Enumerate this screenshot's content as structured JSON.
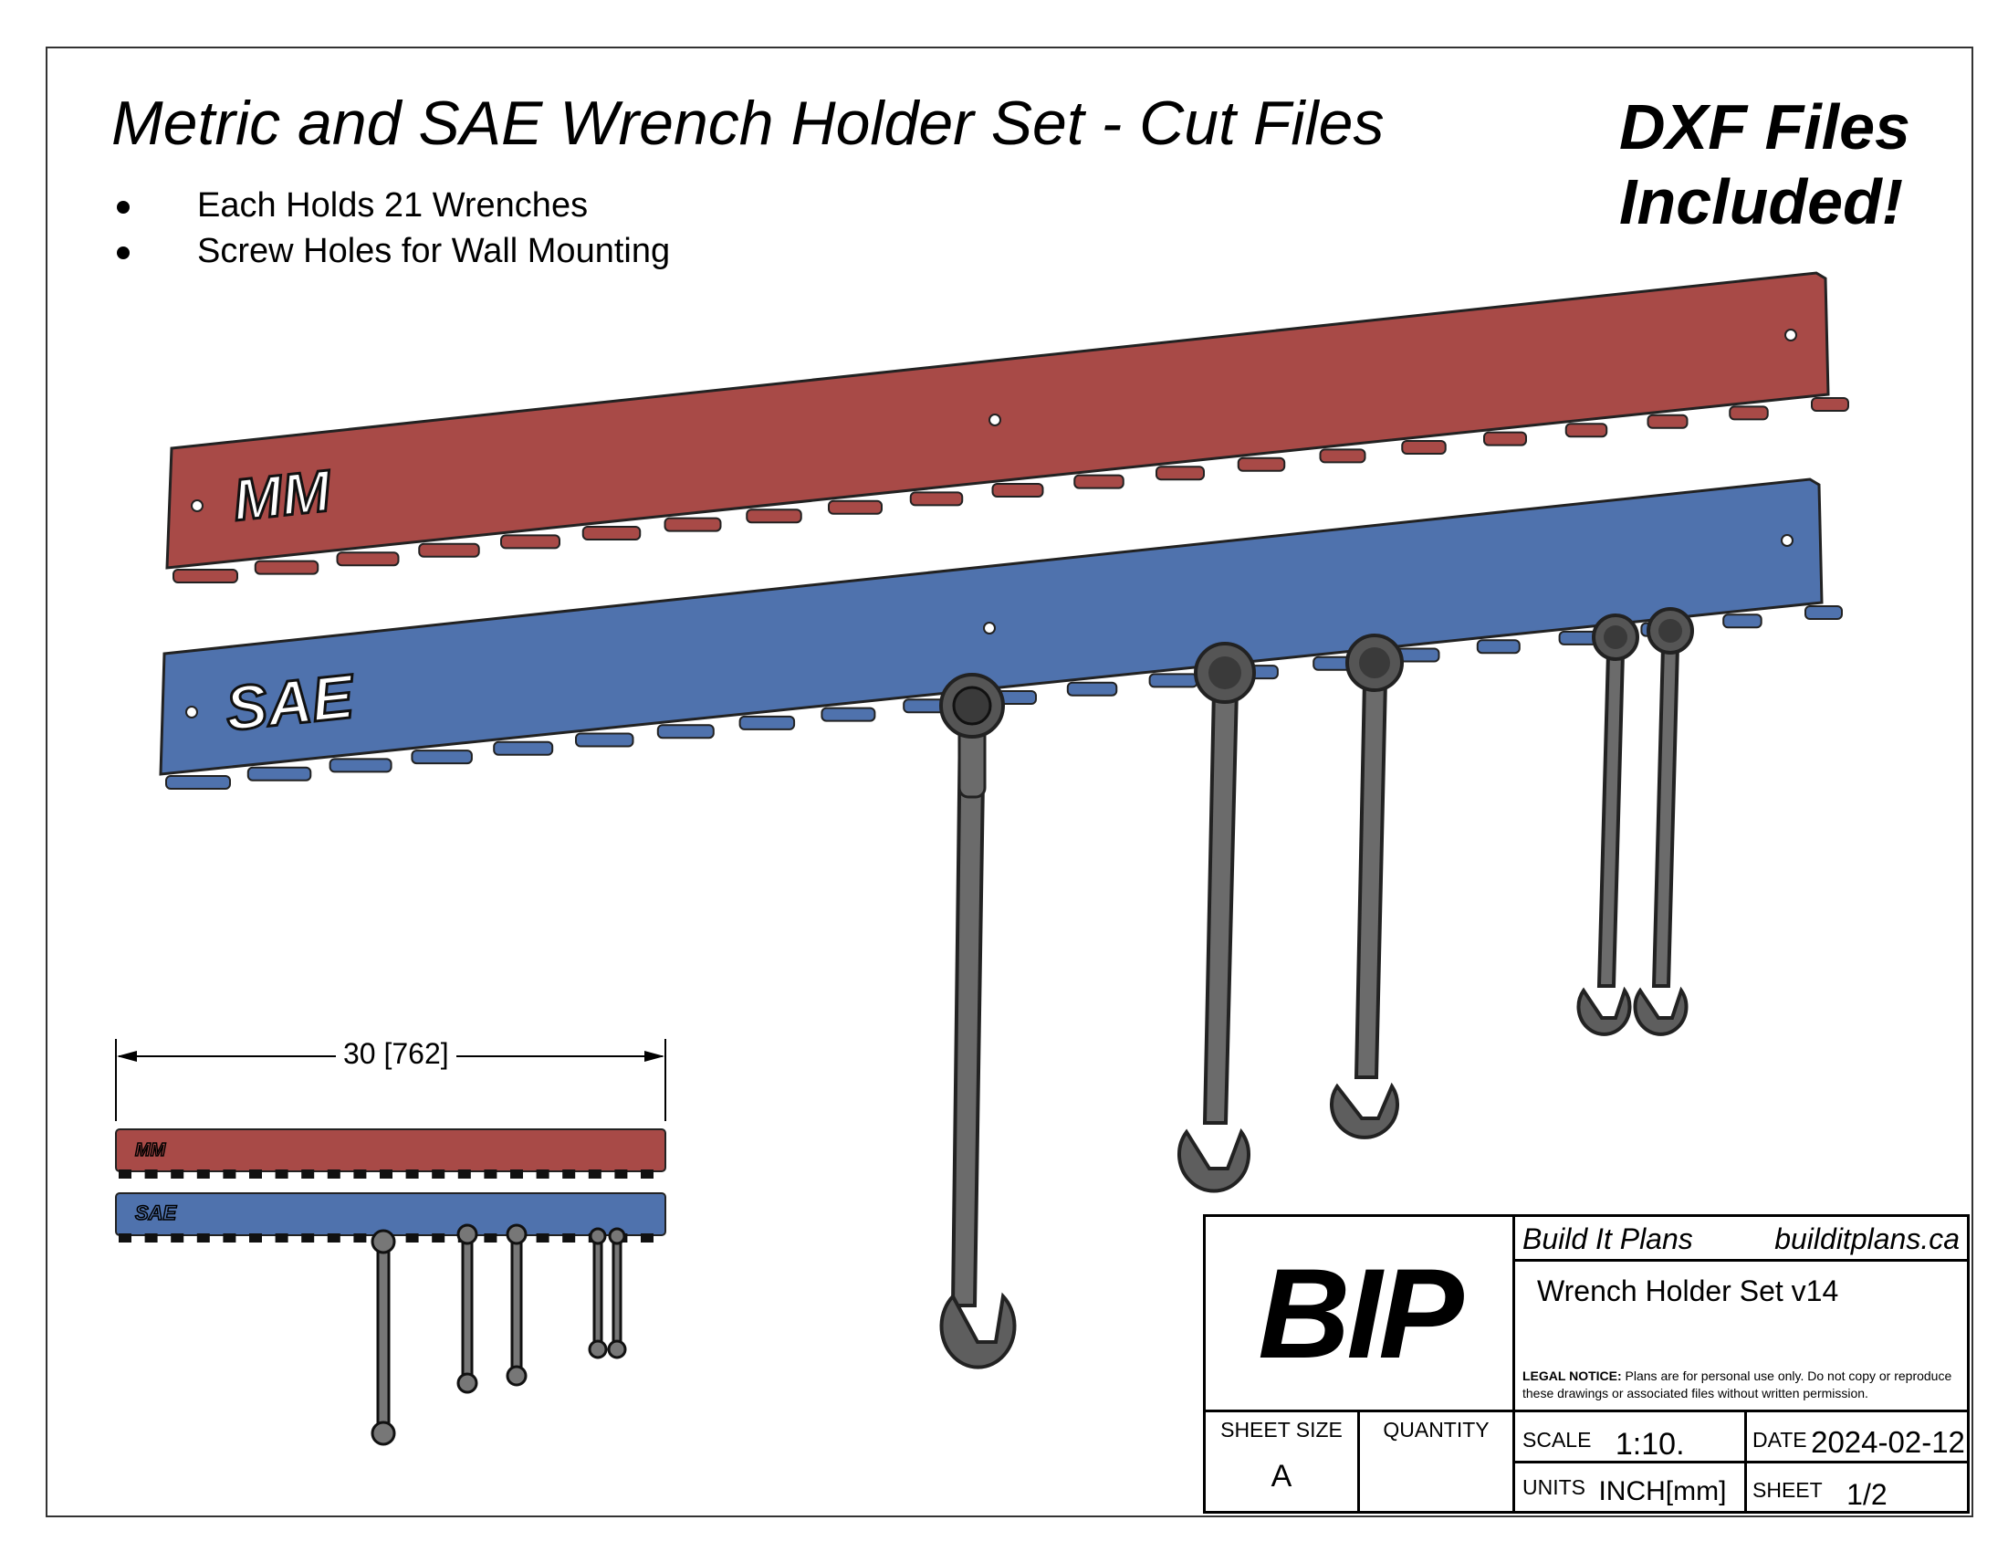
{
  "title": "Metric and SAE Wrench Holder Set - Cut Files",
  "badge": {
    "line1": "DXF Files",
    "line2": "Included!"
  },
  "bullets": [
    "Each Holds 21 Wrenches",
    "Screw Holes for Wall Mounting"
  ],
  "holders": [
    {
      "label": "MM",
      "color": "#a84a47"
    },
    {
      "label": "SAE",
      "color": "#4f72ad"
    }
  ],
  "dimension": "30 [762]",
  "title_block": {
    "logo": "BIP",
    "company": "Build It Plans",
    "website": "builditplans.ca",
    "drawing_title": "Wrench Holder Set v14",
    "legal_label": "LEGAL NOTICE:",
    "legal_text": "Plans are for personal use only. Do not copy or reproduce these drawings or associated files without written permission.",
    "sheet_size_label": "SHEET SIZE",
    "sheet_size": "A",
    "quantity_label": "QUANTITY",
    "scale_label": "SCALE",
    "scale": "1:10.",
    "date_label": "DATE",
    "date": "2024-02-12",
    "units_label": "UNITS",
    "units": "INCH[mm]",
    "sheet_label": "SHEET",
    "sheet": "1/2"
  }
}
